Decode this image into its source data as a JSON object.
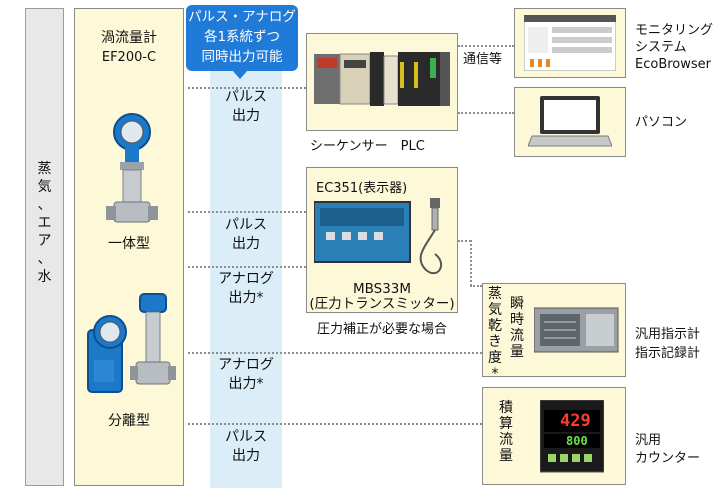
{
  "media": {
    "chars": [
      "蒸",
      "気",
      "、",
      "エ",
      "ア",
      "、",
      "水"
    ]
  },
  "flowmeter": {
    "title": "渦流量計",
    "model": "EF200-C",
    "type_integral": "一体型",
    "type_remote": "分離型"
  },
  "callout": {
    "lines": [
      "パルス・アナログ",
      "各1系統ずつ",
      "同時出力可能"
    ]
  },
  "signals": [
    {
      "line1": "パルス",
      "line2": "出力"
    },
    {
      "line1": "パルス",
      "line2": "出力"
    },
    {
      "line1": "アナログ",
      "line2": "出力*"
    },
    {
      "line1": "アナログ",
      "line2": "出力*"
    },
    {
      "line1": "パルス",
      "line2": "出力"
    }
  ],
  "plc": {
    "label": "シーケンサー　PLC",
    "comm": "通信等"
  },
  "display": {
    "title": "EC351(表示器)",
    "transmitter_model": "MBS33M",
    "transmitter_desc": "(圧力トランスミッター)",
    "note": "圧力補正が必要な場合"
  },
  "devices": {
    "monitoring": [
      "モニタリング",
      "システム",
      "EcoBrowser"
    ],
    "pc": "パソコン",
    "indicator": [
      "汎用指示計",
      "指示記録計"
    ],
    "counter": [
      "汎用",
      "カウンター"
    ]
  },
  "indicator_box": {
    "col1": [
      "蒸",
      "気",
      "乾",
      "き",
      "度",
      "*"
    ],
    "col2": [
      "瞬",
      "時",
      "流",
      "量"
    ]
  },
  "counter_box": {
    "col": [
      "積",
      "算",
      "流",
      "量"
    ]
  },
  "counter_display": {
    "pv": "429",
    "sv": "800"
  },
  "colors": {
    "accent_blue": "#1f7ad8",
    "panel_yellow": "#fdf9d8",
    "signal_blue": "#dbeef8",
    "media_gray": "#e8e8e8"
  }
}
